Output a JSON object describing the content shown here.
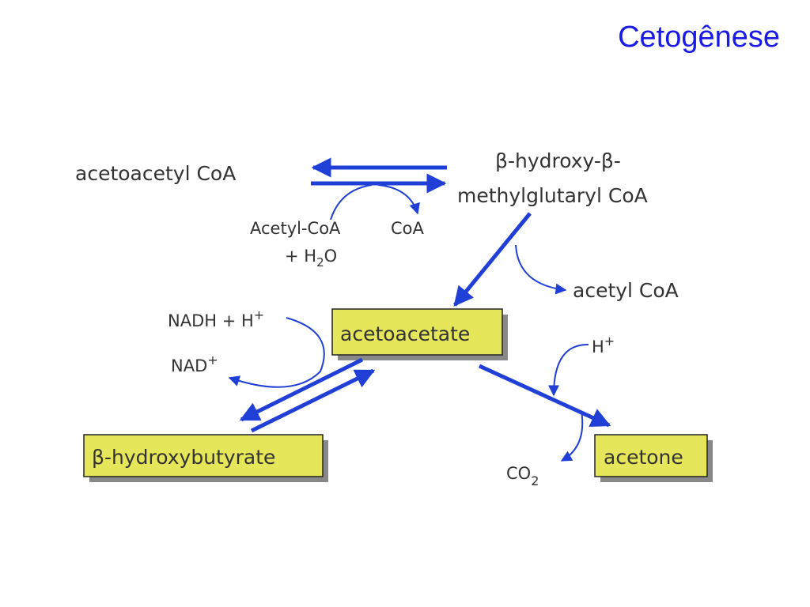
{
  "title": "Cetogênese",
  "colors": {
    "title": "#1a1ae6",
    "arrow": "#1f3fd6",
    "box_fill": "#e6e65a"
  },
  "nodes": {
    "acetoacetyl_coa": "acetoacetyl CoA",
    "hmg_coa_line1": "β-hydroxy-β-",
    "hmg_coa_line2": "methylglutaryl CoA",
    "acetyl_coa_h2o_line1": "Acetyl-CoA",
    "acetyl_coa_h2o_line2_prefix": "+ H",
    "acetyl_coa_h2o_line2_sub": "2",
    "acetyl_coa_h2o_line2_suffix": "O",
    "coa": "CoA",
    "acetyl_coa": "acetyl CoA",
    "acetoacetate": "acetoacetate",
    "nadh_h": "NADH + H",
    "nadh_h_sup": "+",
    "nad": "NAD",
    "nad_sup": "+",
    "h_plus": "H",
    "h_plus_sup": "+",
    "beta_hydroxybutyrate": "β-hydroxybutyrate",
    "co2": "CO",
    "co2_sub": "2",
    "acetone": "acetone"
  }
}
